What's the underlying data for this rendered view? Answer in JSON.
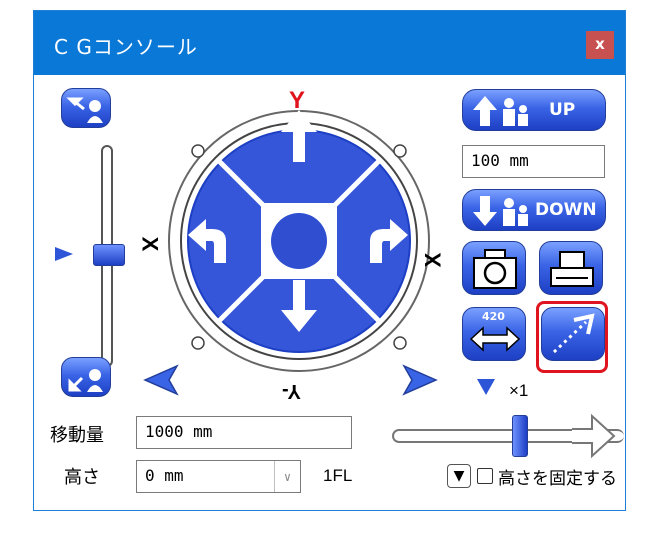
{
  "window": {
    "title": "C Gコンソール",
    "close_label": "x"
  },
  "compass": {
    "top": "Y",
    "left": "X",
    "right": "X",
    "bottom": "Y-"
  },
  "controls": {
    "up_label": "UP",
    "down_label": "DOWN",
    "height_step": "100 mm",
    "arrow_icon_text": "420",
    "speed": "×1"
  },
  "form": {
    "move_label": "移動量",
    "move_value": "1000 mm",
    "height_label": "高さ",
    "height_value": "0 mm",
    "floor": "1FL",
    "fix_height_label": "高さを固定する",
    "fix_height_checked": false
  },
  "colors": {
    "accent": "#0a78d7",
    "button_blue": "#3a64e6",
    "highlight": "#e0141e",
    "close": "#c75050"
  }
}
